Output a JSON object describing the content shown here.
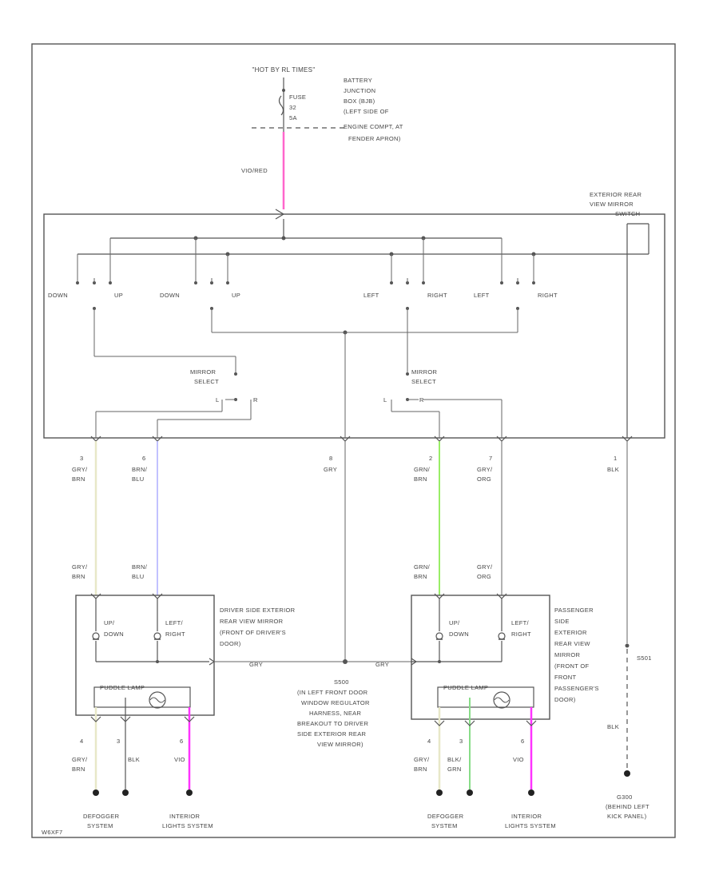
{
  "colors": {
    "wire_pink": "#ff66cc",
    "wire_magenta": "#ff33ff",
    "wire_gry_brn": "#e8e8c8",
    "wire_brn_blu": "#b3b3ff",
    "wire_grn": "#99ee66",
    "wire_grn_light": "#88dd88",
    "wire_default": "#555555"
  },
  "power": {
    "hot_label": "\"HOT BY RL TIMES\"",
    "fuse_line1": "FUSE",
    "fuse_line2": "32",
    "fuse_line3": "5A",
    "bjb_lines": [
      "BATTERY",
      "JUNCTION",
      "BOX (BJB)",
      "(LEFT SIDE OF",
      "ENGINE COMPT, AT",
      "FENDER APRON)"
    ],
    "feed_wire": "VIO/RED"
  },
  "switch": {
    "title_lines": [
      "EXTERIOR REAR",
      "VIEW MIRROR",
      "SWITCH"
    ],
    "labels": [
      "DOWN",
      "UP",
      "DOWN",
      "UP",
      "LEFT",
      "RIGHT",
      "LEFT",
      "RIGHT"
    ],
    "select_left": [
      "MIRROR",
      "SELECT"
    ],
    "select_right": [
      "MIRROR",
      "SELECT"
    ],
    "select_contacts": [
      "L",
      "R"
    ]
  },
  "harness": {
    "pins": [
      "3",
      "6",
      "8",
      "2",
      "7",
      "1"
    ],
    "top_colors": [
      [
        "GRY/",
        "BRN"
      ],
      [
        "BRN/",
        "BLU"
      ],
      [
        "GRY"
      ],
      [
        "GRN/",
        "BRN"
      ],
      [
        "GRY/",
        "ORG"
      ],
      [
        "BLK"
      ]
    ],
    "bottom_colors": [
      [
        "GRY/",
        "BRN"
      ],
      [
        "BRN/",
        "BLU"
      ],
      [
        "GRN/",
        "BRN"
      ],
      [
        "GRY/",
        "ORG"
      ]
    ]
  },
  "driver_mirror": {
    "desc_lines": [
      "DRIVER SIDE EXTERIOR",
      "REAR VIEW MIRROR",
      "(FRONT OF DRIVER'S",
      "DOOR)"
    ],
    "motor1": [
      "UP/",
      "DOWN"
    ],
    "motor2": [
      "LEFT/",
      "RIGHT"
    ],
    "gry_label": "GRY",
    "puddle_label": "PUDDLE LAMP",
    "pins": [
      "4",
      "3",
      "6"
    ],
    "wires": [
      [
        "GRY/",
        "BRN"
      ],
      [
        "BLK"
      ],
      [
        "VIO"
      ]
    ],
    "dest_left": [
      "DEFOGGER",
      "SYSTEM"
    ],
    "dest_right": [
      "INTERIOR",
      "LIGHTS SYSTEM"
    ]
  },
  "passenger_mirror": {
    "desc_lines": [
      "PASSENGER",
      "SIDE",
      "EXTERIOR",
      "REAR VIEW",
      "MIRROR",
      "(FRONT OF",
      "FRONT",
      "PASSENGER'S",
      "DOOR)"
    ],
    "motor1": [
      "UP/",
      "DOWN"
    ],
    "motor2": [
      "LEFT/",
      "RIGHT"
    ],
    "gry_label": "GRY",
    "puddle_label": "PUDDLE LAMP",
    "pins": [
      "4",
      "3",
      "6"
    ],
    "wires": [
      [
        "GRY/",
        "BRN"
      ],
      [
        "BLK/",
        "GRN"
      ],
      [
        "VIO"
      ]
    ],
    "dest_left": [
      "DEFOGGER",
      "SYSTEM"
    ],
    "dest_right": [
      "INTERIOR",
      "LIGHTS SYSTEM"
    ]
  },
  "splice": {
    "id": "S500",
    "desc_lines": [
      "(IN LEFT FRONT DOOR",
      "WINDOW REGULATOR",
      "HARNESS, NEAR",
      "BREAKOUT TO DRIVER",
      "SIDE EXTERIOR REAR",
      "VIEW MIRROR)"
    ]
  },
  "ground": {
    "splice": "S501",
    "wire": "BLK",
    "id": "G300",
    "desc_lines": [
      "(BEHIND LEFT",
      "KICK PANEL)"
    ]
  },
  "footer_code": "W6XF7"
}
